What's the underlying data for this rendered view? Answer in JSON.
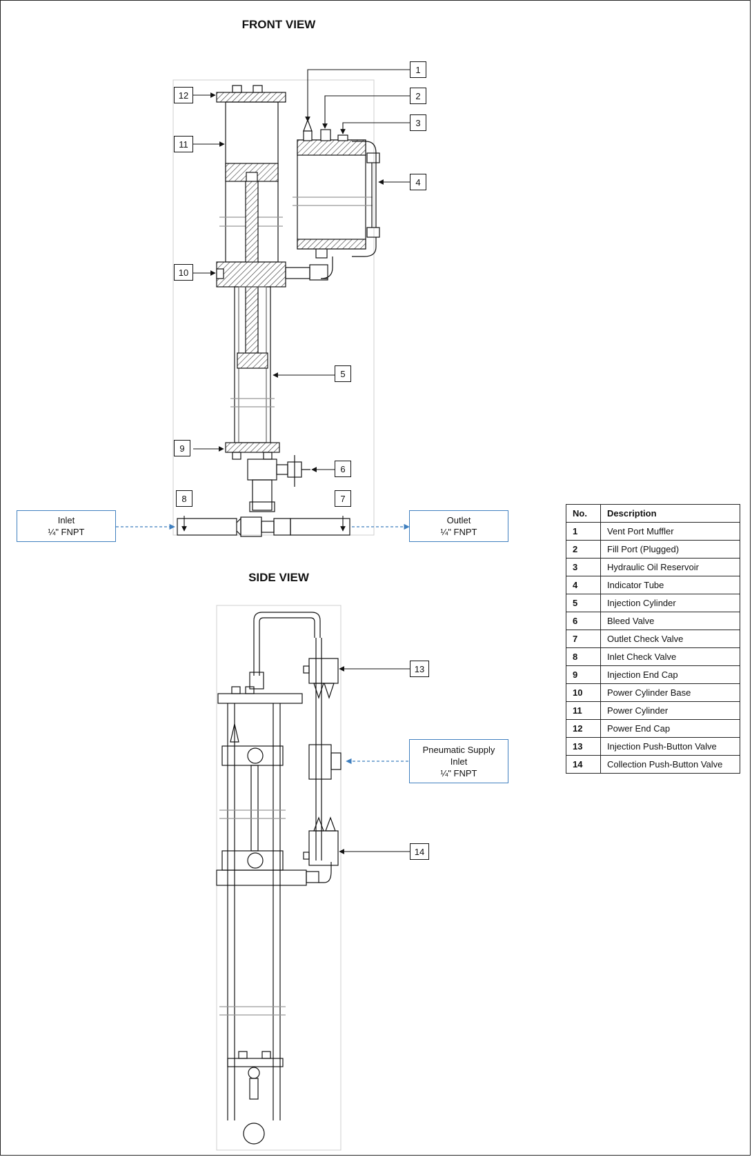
{
  "views": {
    "front": "FRONT VIEW",
    "side": "SIDE VIEW"
  },
  "callouts": {
    "c1": "1",
    "c2": "2",
    "c3": "3",
    "c4": "4",
    "c5": "5",
    "c6": "6",
    "c7": "7",
    "c8": "8",
    "c9": "9",
    "c10": "10",
    "c11": "11",
    "c12": "12",
    "c13": "13",
    "c14": "14"
  },
  "connections": {
    "inlet": {
      "line1": "Inlet",
      "line2": "¼\" FNPT"
    },
    "outlet": {
      "line1": "Outlet",
      "line2": "¼\" FNPT"
    },
    "pneumatic": {
      "line1": "Pneumatic Supply",
      "line2": "Inlet",
      "line3": "¼\" FNPT"
    }
  },
  "legend": {
    "headers": {
      "no": "No.",
      "description": "Description"
    },
    "rows": [
      {
        "no": "1",
        "description": "Vent Port Muffler"
      },
      {
        "no": "2",
        "description": "Fill Port (Plugged)"
      },
      {
        "no": "3",
        "description": "Hydraulic Oil Reservoir"
      },
      {
        "no": "4",
        "description": "Indicator Tube"
      },
      {
        "no": "5",
        "description": "Injection Cylinder"
      },
      {
        "no": "6",
        "description": "Bleed Valve"
      },
      {
        "no": "7",
        "description": "Outlet Check Valve"
      },
      {
        "no": "8",
        "description": "Inlet Check Valve"
      },
      {
        "no": "9",
        "description": "Injection End Cap"
      },
      {
        "no": "10",
        "description": "Power Cylinder Base"
      },
      {
        "no": "11",
        "description": "Power Cylinder"
      },
      {
        "no": "12",
        "description": "Power End Cap"
      },
      {
        "no": "13",
        "description": "Injection Push-Button Valve"
      },
      {
        "no": "14",
        "description": "Collection Push-Button Valve"
      }
    ]
  },
  "colors": {
    "line": "#111111",
    "accent": "#3f7fbf",
    "frame": "#cfcfcf"
  }
}
